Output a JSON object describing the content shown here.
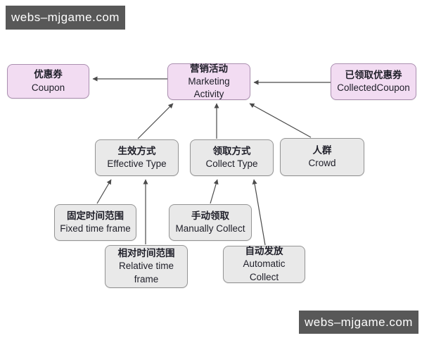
{
  "watermark": {
    "text": "webs–mjgame.com"
  },
  "nodes": {
    "coupon": {
      "zh": "优惠券",
      "en": "Coupon"
    },
    "marketing": {
      "zh": "营销活动",
      "en": "Marketing Activity"
    },
    "collected": {
      "zh": "已领取优惠券",
      "en": "CollectedCoupon"
    },
    "effective": {
      "zh": "生效方式",
      "en": "Effective Type"
    },
    "collect": {
      "zh": "领取方式",
      "en": "Collect Type"
    },
    "crowd": {
      "zh": "人群",
      "en": "Crowd"
    },
    "fixed": {
      "zh": "固定时间范围",
      "en": "Fixed time frame"
    },
    "relative": {
      "zh": "相对时间范围",
      "en": "Relative time frame"
    },
    "manual": {
      "zh": "手动领取",
      "en": "Manually Collect"
    },
    "auto": {
      "zh": "自动发放",
      "en": "Automatic Collect"
    }
  },
  "edges": [
    {
      "from": "marketing",
      "to": "coupon"
    },
    {
      "from": "collected",
      "to": "marketing"
    },
    {
      "from": "effective",
      "to": "marketing"
    },
    {
      "from": "collect",
      "to": "marketing"
    },
    {
      "from": "crowd",
      "to": "marketing"
    },
    {
      "from": "fixed",
      "to": "effective"
    },
    {
      "from": "relative",
      "to": "effective"
    },
    {
      "from": "manual",
      "to": "collect"
    },
    {
      "from": "auto",
      "to": "collect"
    }
  ],
  "colors": {
    "primary_node_bg": "#f2dcf2",
    "primary_node_border": "#ab8fb0",
    "secondary_node_bg": "#e9e9e9",
    "secondary_node_border": "#949494",
    "edge": "#4a4a4a",
    "watermark_bg": "#585858",
    "watermark_text": "#ffffff"
  }
}
